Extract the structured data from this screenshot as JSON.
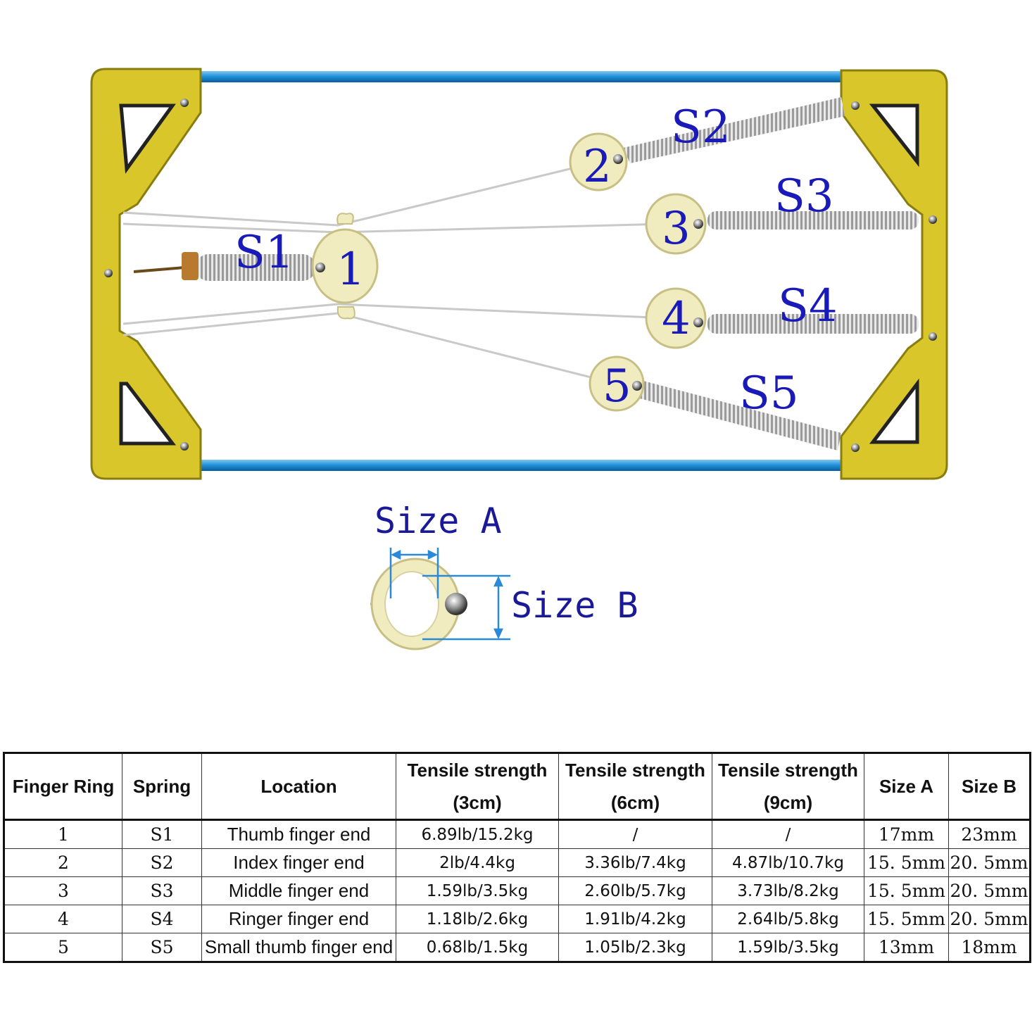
{
  "diagram": {
    "ring_numbers": [
      "1",
      "2",
      "3",
      "4",
      "5"
    ],
    "spring_labels": [
      "S1",
      "S2",
      "S3",
      "S4",
      "S5"
    ],
    "size_a_label": "Size A",
    "size_b_label": "Size B",
    "colors": {
      "frame": "#d8c62a",
      "rod": "#1e8fd8",
      "label": "#1a1ab8",
      "ring": "#f1ecc0"
    }
  },
  "table": {
    "headers": [
      {
        "line1": "Finger Ring",
        "line2": ""
      },
      {
        "line1": "Spring",
        "line2": ""
      },
      {
        "line1": "Location",
        "line2": ""
      },
      {
        "line1": "Tensile strength",
        "line2": "(3cm)"
      },
      {
        "line1": "Tensile strength",
        "line2": "(6cm)"
      },
      {
        "line1": "Tensile strength",
        "line2": "(9cm)"
      },
      {
        "line1": "Size A",
        "line2": ""
      },
      {
        "line1": "Size B",
        "line2": ""
      }
    ],
    "rows": [
      [
        "1",
        "S1",
        "Thumb finger end",
        "6.89lb/15.2kg",
        "/",
        "/",
        "17mm",
        "23mm"
      ],
      [
        "2",
        "S2",
        "Index finger end",
        "2lb/4.4kg",
        "3.36lb/7.4kg",
        "4.87lb/10.7kg",
        "15. 5mm",
        "20. 5mm"
      ],
      [
        "3",
        "S3",
        "Middle finger end",
        "1.59lb/3.5kg",
        "2.60lb/5.7kg",
        "3.73lb/8.2kg",
        "15. 5mm",
        "20. 5mm"
      ],
      [
        "4",
        "S4",
        "Ringer finger end",
        "1.18lb/2.6kg",
        "1.91lb/4.2kg",
        "2.64lb/5.8kg",
        "15. 5mm",
        "20. 5mm"
      ],
      [
        "5",
        "S5",
        "Small thumb finger end",
        "0.68lb/1.5kg",
        "1.05lb/2.3kg",
        "1.59lb/3.5kg",
        "13mm",
        "18mm"
      ]
    ]
  }
}
